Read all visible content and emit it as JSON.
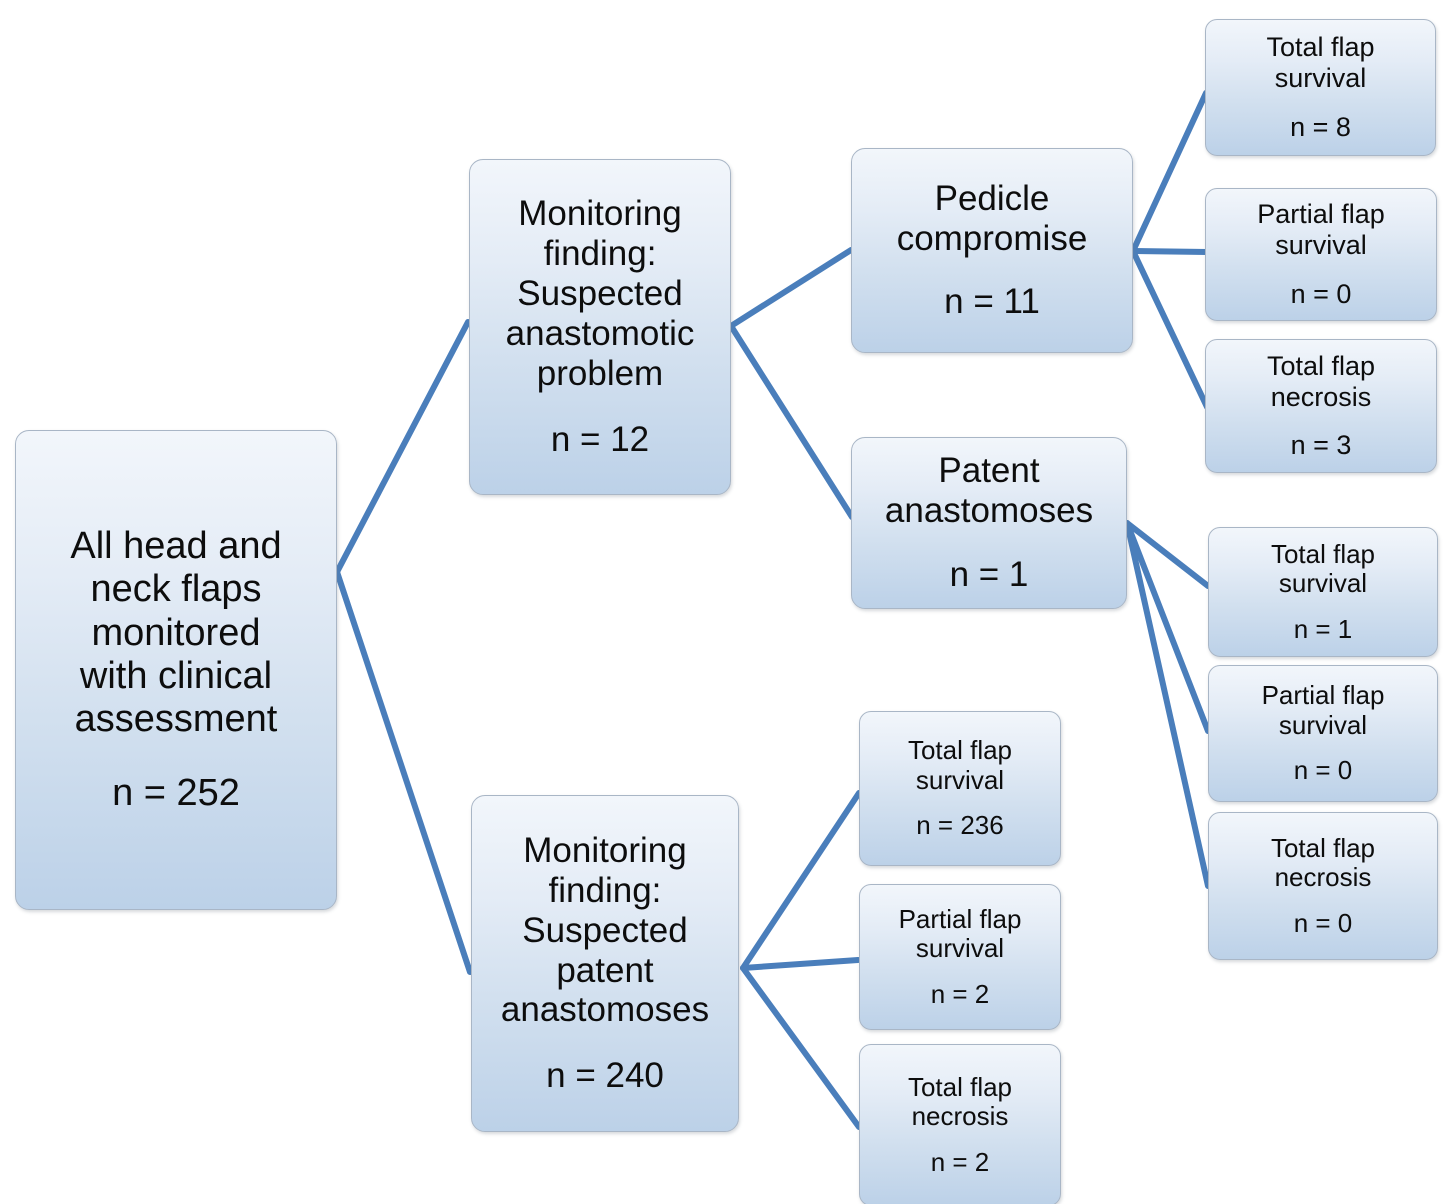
{
  "diagram": {
    "type": "flowchart",
    "title": "Head and neck free flap monitoring outcomes flowchart",
    "colors": {
      "connector": "#4a7ebb",
      "box_border": "#a9b6c6",
      "box_fill_top": "#f2f6fb",
      "box_fill_bottom": "#bcd1e8",
      "text": "#0d0d0d",
      "background": "#ffffff"
    },
    "nodes": [
      {
        "id": "root",
        "title": "All head and\nneck flaps\nmonitored\nwith clinical\nassessment",
        "count": "n = 252"
      },
      {
        "id": "suspected-anastomotic",
        "title": "Monitoring\nfinding:\nSuspected\nanastomotic\nproblem",
        "count": "n = 12"
      },
      {
        "id": "suspected-patent",
        "title": "Monitoring\nfinding:\nSuspected\npatent\nanastomoses",
        "count": "n = 240"
      },
      {
        "id": "pedicle-compromise",
        "title": "Pedicle\ncompromise",
        "count": "n = 11"
      },
      {
        "id": "patent-anastomoses",
        "title": "Patent\nanastomoses",
        "count": "n = 1"
      },
      {
        "id": "pedicle-total-survival",
        "title": "Total flap\nsurvival",
        "count": "n = 8"
      },
      {
        "id": "pedicle-partial-survival",
        "title": "Partial flap\nsurvival",
        "count": "n = 0"
      },
      {
        "id": "pedicle-total-necrosis",
        "title": "Total flap\nnecrosis",
        "count": "n = 3"
      },
      {
        "id": "patent-total-survival",
        "title": "Total flap\nsurvival",
        "count": "n = 1"
      },
      {
        "id": "patent-partial-survival",
        "title": "Partial flap\nsurvival",
        "count": "n = 0"
      },
      {
        "id": "patent-total-necrosis",
        "title": "Total flap\nnecrosis",
        "count": "n = 0"
      },
      {
        "id": "suspected-patent-total-survival",
        "title": "Total flap\nsurvival",
        "count": "n = 236"
      },
      {
        "id": "suspected-patent-partial-survival",
        "title": "Partial flap\nsurvival",
        "count": "n = 2"
      },
      {
        "id": "suspected-patent-total-necrosis",
        "title": "Total flap\nnecrosis",
        "count": "n = 2"
      }
    ]
  }
}
